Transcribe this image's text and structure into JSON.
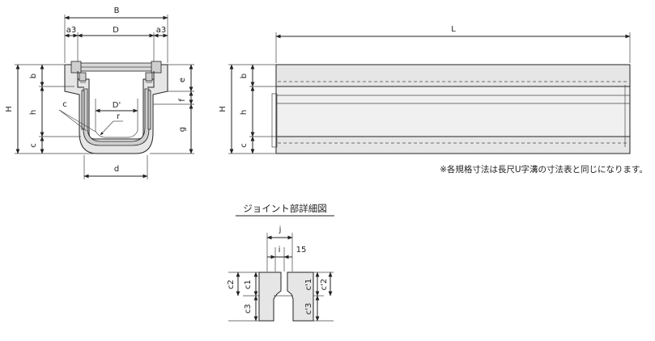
{
  "cross_section": {
    "labels": {
      "B": "B",
      "a3_left": "a3",
      "D": "D",
      "a3_right": "a3",
      "H": "H",
      "b": "b",
      "h": "h",
      "c": "c",
      "e": "e",
      "f": "f",
      "g": "g",
      "c_leader": "c",
      "D_prime": "D'",
      "r": "r",
      "d": "d"
    }
  },
  "side_view": {
    "labels": {
      "L": "L",
      "H": "H",
      "b": "b",
      "h": "h",
      "c": "c"
    }
  },
  "note": "※各規格寸法は長尺U字溝の寸法表と同じになります。",
  "joint_detail": {
    "title": "ジョイント部詳細図",
    "labels": {
      "j": "j",
      "i": "i",
      "fifteen": "15",
      "c2_left": "c2",
      "c1_left": "c1",
      "c3_left": "c3",
      "c1_right": "c'1",
      "c2_right": "c'2",
      "c3_right": "c'3"
    }
  },
  "colors": {
    "line": "#222222",
    "concrete": "#e6e6e6",
    "steel": "#cfcfcf"
  }
}
